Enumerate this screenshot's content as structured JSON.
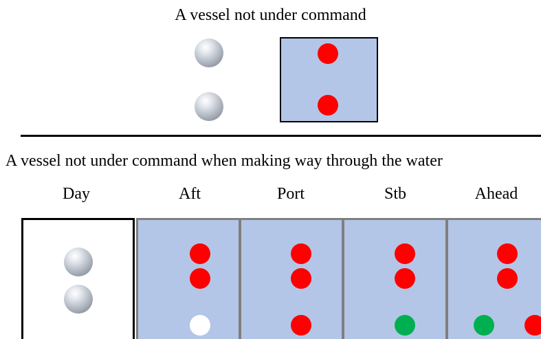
{
  "titles": {
    "top": "A vessel not under command",
    "bottom": "A vessel not under command when making way through the water"
  },
  "columns": {
    "day": "Day",
    "aft": "Aft",
    "port": "Port",
    "stb": "Stb",
    "ahead": "Ahead"
  },
  "colors": {
    "panel": "#b4c6e7",
    "red": "#ff0000",
    "green": "#00b050",
    "white": "#ffffff"
  },
  "top_section": {
    "day_shapes": [
      "ball-icon",
      "ball-icon"
    ],
    "night_lights": [
      "red",
      "red"
    ]
  },
  "bottom_section": {
    "day_shapes": [
      "ball-icon",
      "ball-icon"
    ],
    "aft_lights": [
      "red",
      "red",
      "white"
    ],
    "port_lights": [
      "red",
      "red",
      "red"
    ],
    "stb_lights": [
      "red",
      "red",
      "green"
    ],
    "ahead_lights": [
      "red",
      "red",
      "green",
      "red"
    ]
  }
}
